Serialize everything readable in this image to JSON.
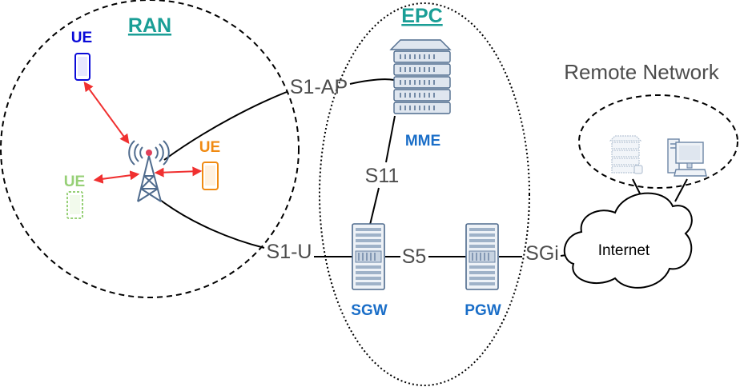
{
  "zones": {
    "ran": "RAN",
    "epc": "EPC",
    "remote": "Remote Network"
  },
  "nodes": {
    "ue_top": "UE",
    "ue_left": "UE",
    "ue_right": "UE",
    "mme": "MME",
    "sgw": "SGW",
    "pgw": "PGW",
    "internet": "Internet"
  },
  "interfaces": {
    "s1ap": "S1-AP",
    "s11": "S11",
    "s1u": "S1-U",
    "s5": "S5",
    "sgi": "SGi"
  },
  "colors": {
    "ran_label": "#1a9e96",
    "ue_top": "#0a0ad8",
    "ue_left": "#97d077",
    "ue_right": "#f08a12",
    "core_label": "#1a6ec8",
    "radio_link": "#f03030",
    "line": "#000000",
    "server_fill": "#dfe6ef",
    "server_stroke": "#4f6b8d"
  }
}
